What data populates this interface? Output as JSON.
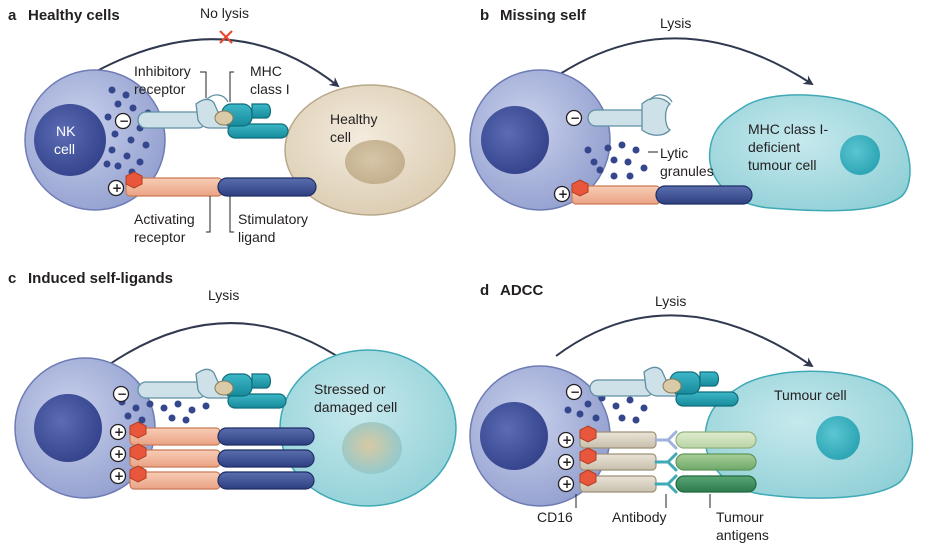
{
  "panels": {
    "a": {
      "letter": "a",
      "title": "Healthy cells",
      "outcome": "No lysis",
      "inhibitory_receptor": [
        "Inhibitory",
        "receptor"
      ],
      "mhc": [
        "MHC",
        "class I"
      ],
      "nk_cell": [
        "NK",
        "cell"
      ],
      "target_cell": [
        "Healthy",
        "cell"
      ],
      "activating_receptor": [
        "Activating",
        "receptor"
      ],
      "stimulatory_ligand": [
        "Stimulatory",
        "ligand"
      ]
    },
    "b": {
      "letter": "b",
      "title": "Missing self",
      "outcome": "Lysis",
      "lytic_granules": [
        "Lytic",
        "granules"
      ],
      "target_cell": [
        "MHC class I-",
        "deficient",
        "tumour cell"
      ]
    },
    "c": {
      "letter": "c",
      "title": "Induced self-ligands",
      "outcome": "Lysis",
      "target_cell": [
        "Stressed or",
        "damaged cell"
      ]
    },
    "d": {
      "letter": "d",
      "title": "ADCC",
      "outcome": "Lysis",
      "target_cell": [
        "Tumour cell"
      ],
      "cd16": "CD16",
      "antibody": "Antibody",
      "tumour_antigens": [
        "Tumour",
        "antigens"
      ]
    }
  },
  "signs": {
    "minus": "−",
    "plus": "+"
  },
  "colors": {
    "nk_cell": "#a9b5dc",
    "nk_nucleus": "#3f4f9a",
    "granule": "#34468c",
    "healthy_cell": "#e7dcc9",
    "tumour_cell": "#aadde2",
    "receptor": "#cfe1e8",
    "mhc": "#1f9fb1",
    "activating_receptor": "#f3b89c",
    "stimulatory_ligand": "#3a4f92",
    "arrow": "#30394f",
    "no_lysis_cross": "#e8492f"
  }
}
